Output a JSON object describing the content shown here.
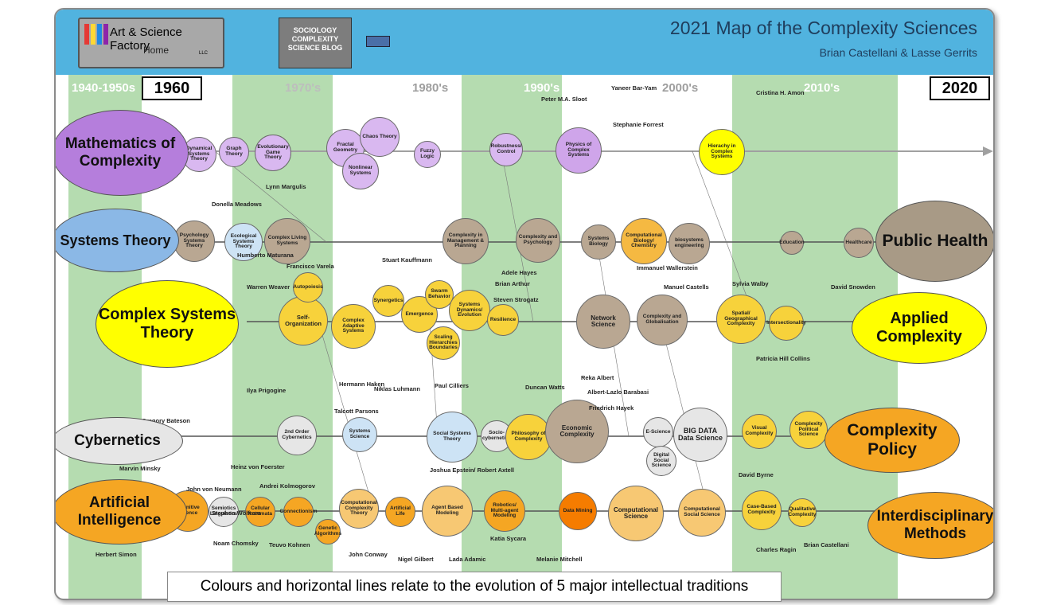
{
  "header": {
    "title": "2021 Map of the Complexity Sciences",
    "authors": "Brian Castellani & Lasse Gerrits",
    "logo_title": "Art & Science Factory",
    "logo_home": "Home",
    "logo_llc": "LLC",
    "blog_label": "SOCIOLOGY COMPLEXITY SCIENCE BLOG"
  },
  "timeline": {
    "start_year": "1960",
    "end_year": "2020",
    "decades": [
      "1940-1950s",
      "1970's",
      "1980's",
      "1990's",
      "2000's",
      "2010's"
    ]
  },
  "traditions": {
    "mathematics": "Mathematics of Complexity",
    "systems": "Systems Theory",
    "complex_systems": "Complex Systems Theory",
    "cybernetics": "Cybernetics",
    "ai": "Artificial Intelligence",
    "public_health": "Public Health",
    "applied": "Applied Complexity",
    "policy": "Complexity Policy",
    "methods": "Interdisciplinary Methods"
  },
  "colors": {
    "header": "#51b3df",
    "band": "#b5dcb0",
    "math": "#b57edc",
    "systems": "#6fa8dc",
    "complex": "#ffff00",
    "cyber": "#e6e6e6",
    "ai": "#f9a825",
    "health": "#a89a86"
  },
  "nodes": {
    "dynamical_systems": "Dynamical Systems Theory",
    "graph_theory": "Graph Theory",
    "evolutionary_game": "Evolutionary Game Theory",
    "fractal": "Fractal Geometry",
    "chaos": "Chaos Theory",
    "nonlinear": "Nonlinear Systems",
    "fuzzy": "Fuzzy Logic",
    "robustness": "Robustness/ Control",
    "physics_complex": "Physics of Complex Systems",
    "hierachy": "Hierachy in Complex Systems",
    "psych_systems": "Psychology Systems Theory",
    "ecological": "Ecological Systems Theory",
    "living": "Complex Living Systems",
    "mgmt": "Complexity in Management & Planning",
    "psychology": "Complexity and Psychology",
    "sys_bio": "Systems Biology",
    "comp_bio": "Computational Biology/ Chemistry",
    "biosystems": "biosystems engineering",
    "education": "Education",
    "healthcare": "Healthcare",
    "self_org": "Self-Organization",
    "autopoiesis": "Autopoiesis",
    "cas": "Complex Adaptive Systems",
    "synergetics": "Synergetics",
    "emergence": "Emergence",
    "swarm": "Swarm Behavior",
    "sys_dyn": "Systems Dynamics/ Evolution",
    "scaling": "Scaling Hierarchies Boundaries",
    "resilience": "Resilience",
    "network": "Network Science",
    "globalisation": "Complexity and Globalisation",
    "spatial": "Spatial/ Geographical Complexity",
    "intersectionality": "Intersectionality",
    "second_order": "2nd Order Cybernetics",
    "systems_science": "Systems Science",
    "social_systems": "Social Systems Theory",
    "socio_cyber": "Socio-cybernetics",
    "phil_complexity": "Philosophy of Complexity",
    "econ_complexity": "Economic Complexity",
    "e_science": "E-Science",
    "big_data": "BIG DATA Data Science",
    "digital_social": "Digital Social Science",
    "visual": "Visual Complexity",
    "political": "Complexity Political Science",
    "cognitive": "Cognitive Science",
    "semiotics": "Semiotics Linguistics",
    "cellular": "Cellular Automata",
    "connectionism": "Connectionism",
    "genetic": "Genetic Algorithms",
    "comp_complexity": "Computational Complexity Theory",
    "artificial_life": "Artificial Life",
    "abm": "Agent Based Modeling",
    "robotics": "Robotics/ Multi-agent Modeling",
    "data_mining": "Data Mining",
    "comp_science": "Computational Science",
    "comp_social": "Computational Social Science",
    "case_based": "Case-Based Complexity",
    "qualitative": "Qualitative Complexity"
  },
  "people": {
    "p1": "Stuart Kauffmann",
    "p2": "Ilya Prigogine",
    "p3": "Hermann Haken",
    "p4": "Talcott Parsons",
    "p5": "Niklas Luhmann",
    "p6": "Paul Cilliers",
    "p7": "Brian Arthur",
    "p8": "Steven Strogatz",
    "p9": "Manuel Castells",
    "p10": "Immanuel Wallerstein",
    "p11": "Yaneer Bar-Yam",
    "p12": "Stephanie Forrest",
    "p13": "Donella Meadows",
    "p14": "Lynn Margulis",
    "p15": "Gregory Bateson",
    "p16": "Heinz von Foerster",
    "p17": "John von Neumann",
    "p18": "Andrei Kolmogorov",
    "p19": "Stephen Wolfram",
    "p20": "Noam Chomsky",
    "p21": "Teuvo Kohnen",
    "p22": "John Conway",
    "p23": "Nigel Gilbert",
    "p24": "Lada Adamic",
    "p25": "Melanie Mitchell",
    "p26": "Katia Sycara",
    "p27": "Joshua Epstein/ Robert Axtell",
    "p28": "David Byrne",
    "p29": "Charles Ragin",
    "p30": "Brian Castellani",
    "p31": "Patricia Hill Collins",
    "p32": "Sylvia Walby",
    "p33": "Albert-Lazlo Barabasi",
    "p34": "Duncan Watts",
    "p35": "Reka Albert",
    "p36": "Herbert Simon",
    "p37": "Marvin Minsky",
    "p38": "Friedrich Hayek",
    "p39": "Peter M.A. Sloot",
    "p40": "Cristina H. Amon",
    "p41": "David Snowden",
    "p42": "Francisco Varela",
    "p43": "Humberto Maturana",
    "p44": "Adele Hayes",
    "p45": "Warren Weaver"
  },
  "caption": "Colours and horizontal lines relate to the evolution of 5 major intellectual traditions"
}
